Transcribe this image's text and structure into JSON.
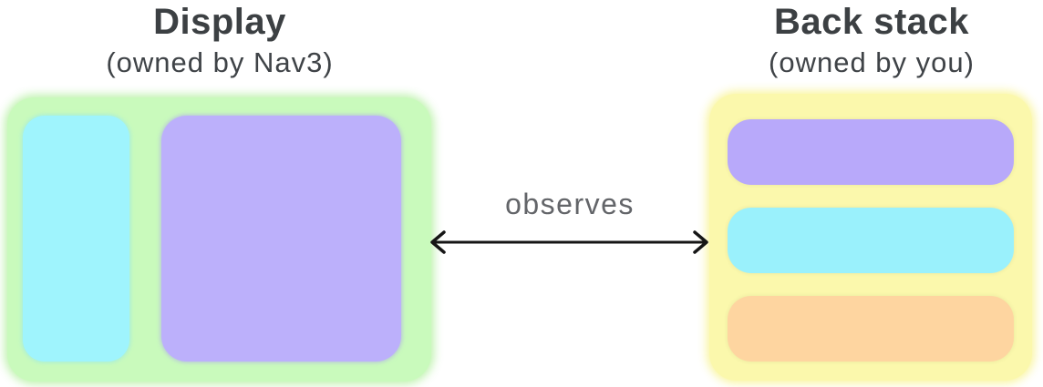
{
  "display": {
    "title": "Display",
    "subtitle": "(owned by Nav3)",
    "box_color": "#c9fabc",
    "panes": {
      "small": "#9ff4fd",
      "large": "#bcb0fb"
    }
  },
  "back_stack": {
    "title": "Back stack",
    "subtitle": "(owned by you)",
    "box_color": "#fbf8ac",
    "entries": [
      "#b8a9fa",
      "#9af1fc",
      "#fed5a0"
    ]
  },
  "arrow": {
    "label": "observes",
    "direction": "double-headed",
    "color": "#161616",
    "label_color": "#636569"
  },
  "text_color": "#3c4043"
}
